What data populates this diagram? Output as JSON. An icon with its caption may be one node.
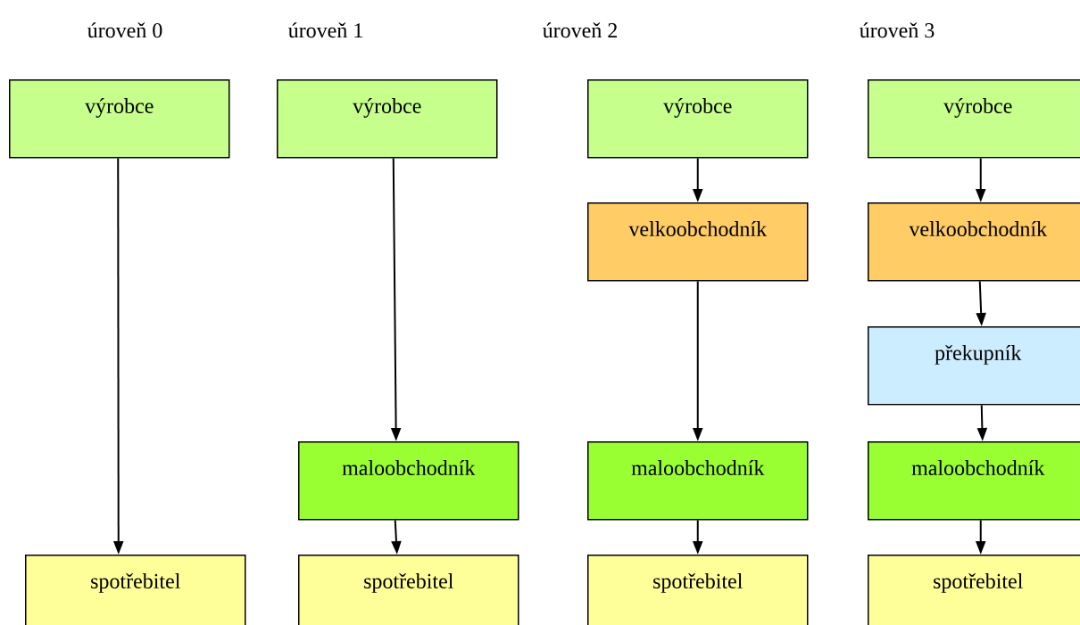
{
  "diagram": {
    "nodes": [
      {
        "text": [
          "výrobce"
        ]
      },
      {
        "text": [
          "spotřebitel"
        ]
      },
      {
        "text": [
          "výrobce"
        ]
      },
      {
        "text": [
          "maloobchodník"
        ]
      },
      {
        "text": [
          "spotřebitel"
        ]
      },
      {
        "text": [
          "výrobce"
        ]
      },
      {
        "text": [
          "velkoobchodník"
        ]
      },
      {
        "text": [
          "maloobchodník"
        ]
      },
      {
        "text": [
          "spotřebitel"
        ]
      },
      {
        "text": [
          "výrobce"
        ]
      },
      {
        "text": [
          "velkoobchodník"
        ]
      },
      {
        "text": [
          "překupník"
        ]
      },
      {
        "text": [
          "maloobchodník"
        ]
      },
      {
        "text": [
          "spotřebitel"
        ]
      }
    ],
    "edges": [
      {
        "from": 0,
        "to": 1,
        "arrow": "to"
      },
      {
        "from": 2,
        "to": 3,
        "arrow": "to"
      },
      {
        "from": 3,
        "to": 4,
        "arrow": "to"
      },
      {
        "from": 5,
        "to": 6,
        "arrow": "to"
      },
      {
        "from": 6,
        "to": 7,
        "arrow": "to"
      },
      {
        "from": 7,
        "to": 8,
        "arrow": "to"
      },
      {
        "from": 9,
        "to": 10,
        "arrow": "to"
      },
      {
        "from": 10,
        "to": 11,
        "arrow": "to"
      },
      {
        "from": 11,
        "to": 12,
        "arrow": "to"
      },
      {
        "from": 12,
        "to": 13,
        "arrow": "to"
      }
    ],
    "labels": [
      "úroveň 0",
      "úroveň 1",
      "úroveň 2",
      "úroveň 3"
    ]
  }
}
